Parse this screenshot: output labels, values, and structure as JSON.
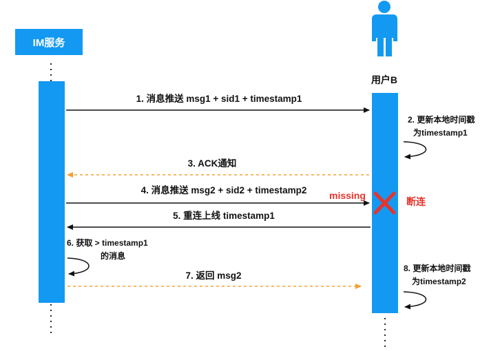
{
  "colors": {
    "accent": "#1399f1",
    "ack_arrow": "#f5a030",
    "error": "#e8332a",
    "arrow": "#111111"
  },
  "service": {
    "title": "IM服务"
  },
  "user": {
    "label": "用户B",
    "icon": "person-icon"
  },
  "messages": [
    {
      "step": "1. 消息推送 msg1 + sid1 + timestamp1"
    },
    {
      "step": "3. ACK通知"
    },
    {
      "step": "4. 消息推送 msg2 + sid2 + timestamp2"
    },
    {
      "step": "5. 重连上线 timestamp1"
    },
    {
      "step": "7. 返回 msg2"
    }
  ],
  "notes": {
    "update1": [
      "2. 更新本地时间戳",
      "为timestamp1"
    ],
    "fetch": [
      "6. 获取 > timestamp1",
      "的消息"
    ],
    "update2": [
      "8. 更新本地时间戳",
      "为timestamp2"
    ]
  },
  "failure": {
    "missing": "missing",
    "disconnect": "断连",
    "icon": "cross-icon"
  }
}
